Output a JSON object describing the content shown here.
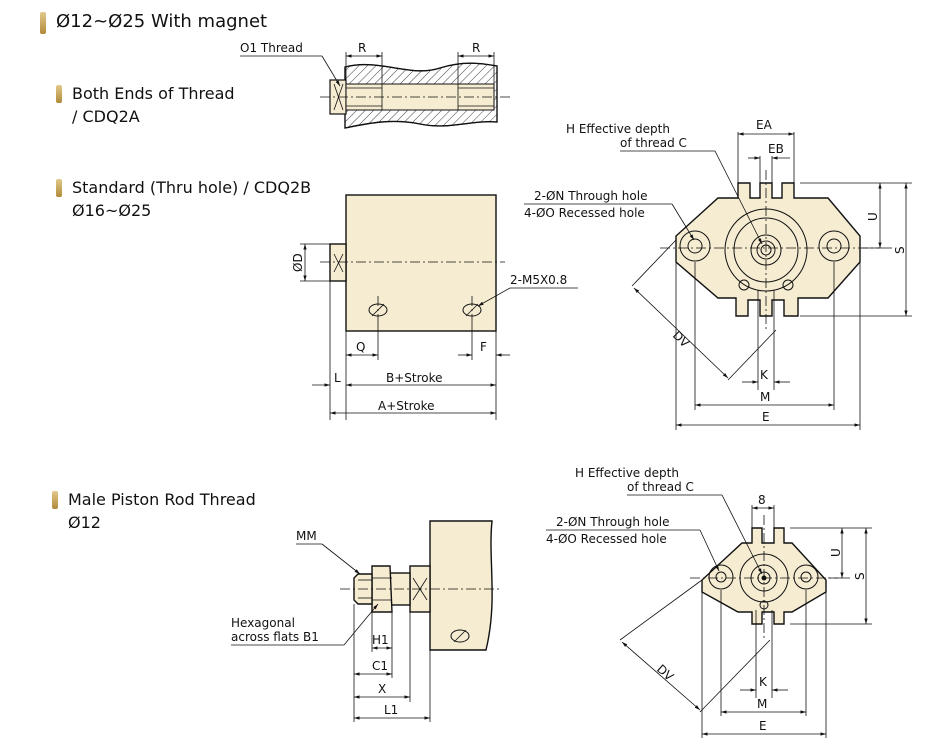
{
  "headings": {
    "magnet": "Ø12~Ø25 With magnet",
    "both_ends_line1": "Both Ends of Thread",
    "both_ends_line2": "/ CDQ2A",
    "standard_line1": "Standard (Thru hole) / CDQ2B",
    "standard_line2": "Ø16~Ø25",
    "male_line1": "Male Piston Rod Thread",
    "male_line2": "Ø12"
  },
  "labels": {
    "o1_thread": "O1 Thread",
    "r": "R",
    "h_depth_line1": "H Effective depth",
    "h_depth_line2": "of thread C",
    "ea": "EA",
    "eb": "EB",
    "through_hole": "2-ØN Through hole",
    "recessed_hole": "4-ØO Recessed hole",
    "u": "U",
    "s": "S",
    "dv": "DV",
    "k": "K",
    "m": "M",
    "e": "E",
    "od": "ØD",
    "m5": "2-M5X0.8",
    "q": "Q",
    "f": "F",
    "l": "L",
    "b_stroke": "B+Stroke",
    "a_stroke": "A+Stroke",
    "mm": "MM",
    "hex_line1": "Hexagonal",
    "hex_line2": "across flats B1",
    "h1": "H1",
    "c1": "C1",
    "x": "X",
    "l1": "L1",
    "eight": "8"
  },
  "colors": {
    "body_fill": "#f6ecd2",
    "bullet_gold": "#c9a75a",
    "line": "#111111"
  }
}
